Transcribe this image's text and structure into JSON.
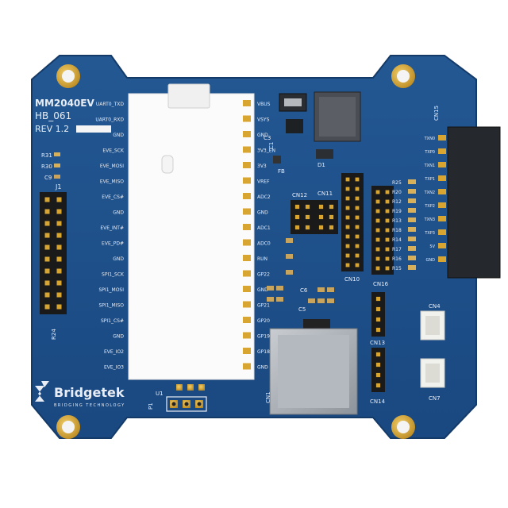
{
  "board": {
    "model": "MM2040EV",
    "part": "HB_061",
    "revision": "REV 1.2",
    "brand": "Bridgetek",
    "tagline": "BRIDGING TECHNOLOGY"
  },
  "connectors": {
    "j1": "J1",
    "cn15": "CN15",
    "cn12": "CN12",
    "cn11": "CN11",
    "cn10": "CN10",
    "cn16": "CN16",
    "cn13": "CN13",
    "cn14": "CN14",
    "cn4": "CN4",
    "cn7": "CN7",
    "cn1": "CN1"
  },
  "parts": {
    "u1": "U1",
    "p1": "P1",
    "fb": "FB",
    "d1": "D1",
    "c1": "C1",
    "c3": "C3",
    "c5": "C5",
    "c6": "C6",
    "c9": "C9",
    "r31": "R31",
    "r30": "R30",
    "r24": "R24"
  },
  "left_header_labels": [
    "UART0_TXD",
    "UART0_RXD",
    "GND",
    "EVE_SCK",
    "EVE_MOSI",
    "EVE_MISO",
    "EVE_CS#",
    "GND",
    "EVE_INT#",
    "EVE_PD#",
    "GND",
    "SPI1_SCK",
    "SPI1_MOSI",
    "SPI1_MISO",
    "SPI1_CS#",
    "GND",
    "EVE_IO2",
    "EVE_IO3"
  ],
  "right_header_labels": [
    "VBUS",
    "VSYS",
    "GND",
    "3V3_EN",
    "3V3",
    "VREF",
    "ADC2",
    "GND",
    "ADC1",
    "ADC0",
    "RUN",
    "GP22",
    "GND",
    "GP21",
    "GP20",
    "GP19",
    "GP18",
    "GND"
  ],
  "cn15_labels": [
    "TXN0",
    "TXP0",
    "TXN1",
    "TXP1",
    "TXN2",
    "TXP2",
    "TXN3",
    "TXP3",
    "5V",
    "GND"
  ],
  "resistor_labels": [
    "R25",
    "R20",
    "R12",
    "R19",
    "R13",
    "R18",
    "R14",
    "R17",
    "R16",
    "R15"
  ],
  "colors": {
    "pcb": "#1f4f8a",
    "silkscreen": "#e8edf5",
    "gold": "#d8a531",
    "module": "#fbfbfb",
    "header": "#1a1a1a",
    "connector": "#26292d"
  }
}
